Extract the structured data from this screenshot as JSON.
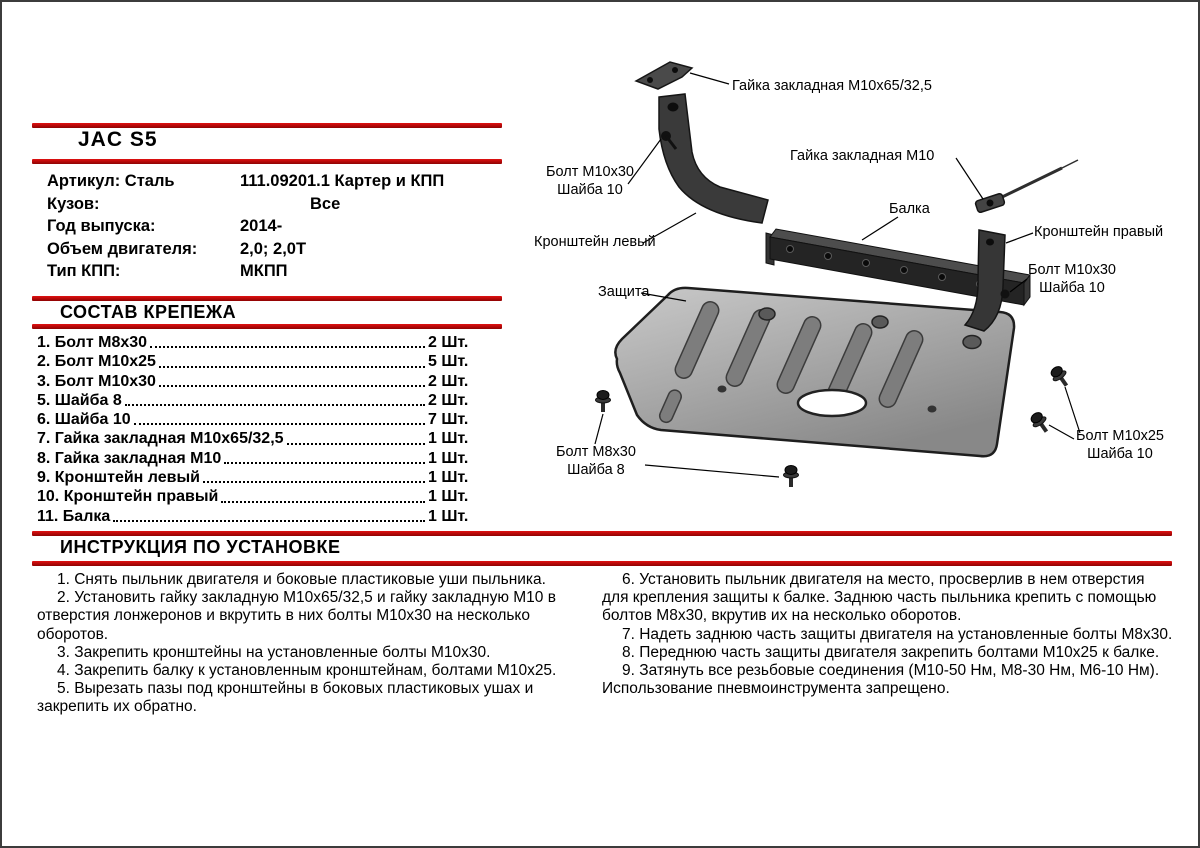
{
  "colors": {
    "accent": "#b40808",
    "ink": "#000000"
  },
  "header": {
    "model": "JAC S5"
  },
  "specs": [
    {
      "label": "Артикул: Сталь",
      "value": "111.09201.1 Картер и КПП"
    },
    {
      "label": "Кузов:",
      "value": "Все"
    },
    {
      "label": "Год выпуска:",
      "value": "2014-"
    },
    {
      "label": "Объем двигателя:",
      "value": "2,0; 2,0Т"
    },
    {
      "label": "Тип КПП:",
      "value": "МКПП"
    }
  ],
  "hardware": {
    "title": "СОСТАВ КРЕПЕЖА",
    "items": [
      {
        "name": "1. Болт М8х30",
        "qty": "2 Шт."
      },
      {
        "name": "2. Болт М10х25",
        "qty": "5 Шт."
      },
      {
        "name": "3. Болт М10х30",
        "qty": "2 Шт."
      },
      {
        "name": "5. Шайба 8",
        "qty": "2 Шт."
      },
      {
        "name": "6. Шайба 10",
        "qty": "7 Шт."
      },
      {
        "name": "7. Гайка закладная М10х65/32,5",
        "qty": "1 Шт."
      },
      {
        "name": "8. Гайка закладная М10",
        "qty": "1 Шт."
      },
      {
        "name": "9. Кронштейн левый",
        "qty": "1 Шт."
      },
      {
        "name": "10. Кронштейн правый",
        "qty": "1 Шт."
      },
      {
        "name": "11. Балка",
        "qty": "1 Шт."
      }
    ]
  },
  "diagram": {
    "callouts": {
      "nut_m10x65": "Гайка закладная М10х65/32,5",
      "nut_m10": "Гайка закладная М10",
      "beam": "Балка",
      "bracket_right": "Кронштейн правый",
      "bolt_m10x30_right": "Болт М10х30\nШайба 10",
      "bolt_m10x30_left": "Болт М10х30\nШайба 10",
      "bracket_left": "Кронштейн левый",
      "shield": "Защита",
      "bolt_m8x30": "Болт М8х30\nШайба 8",
      "bolt_m10x25": "Болт М10х25\nШайба 10"
    }
  },
  "install": {
    "title": "ИНСТРУКЦИЯ ПО УСТАНОВКЕ",
    "left": [
      "1. Снять пыльник двигателя и боковые пластиковые уши пыльника.",
      "2. Установить гайку закладную М10х65/32,5 и гайку закладную М10 в отверстия лонжеронов и вкрутить в них болты М10х30 на несколько оборотов.",
      "3. Закрепить кронштейны на установленные болты М10х30.",
      "4. Закрепить балку к установленным кронштейнам, болтами М10х25.",
      "5. Вырезать пазы под кронштейны в боковых пластиковых ушах и закрепить их обратно."
    ],
    "right": [
      "6. Установить пыльник двигателя на место, просверлив в нем отверстия для крепления защиты к балке. Заднюю часть пыльника крепить с помощью болтов М8х30, вкрутив их на несколько оборотов.",
      "7. Надеть заднюю часть защиты двигателя на установленные болты М8х30.",
      "8. Переднюю часть защиты двигателя закрепить болтами М10х25 к балке.",
      "9. Затянуть все резьбовые соединения (М10-50 Нм, М8-30 Нм, М6-10 Нм). Использование пневмоинструмента запрещено."
    ]
  }
}
